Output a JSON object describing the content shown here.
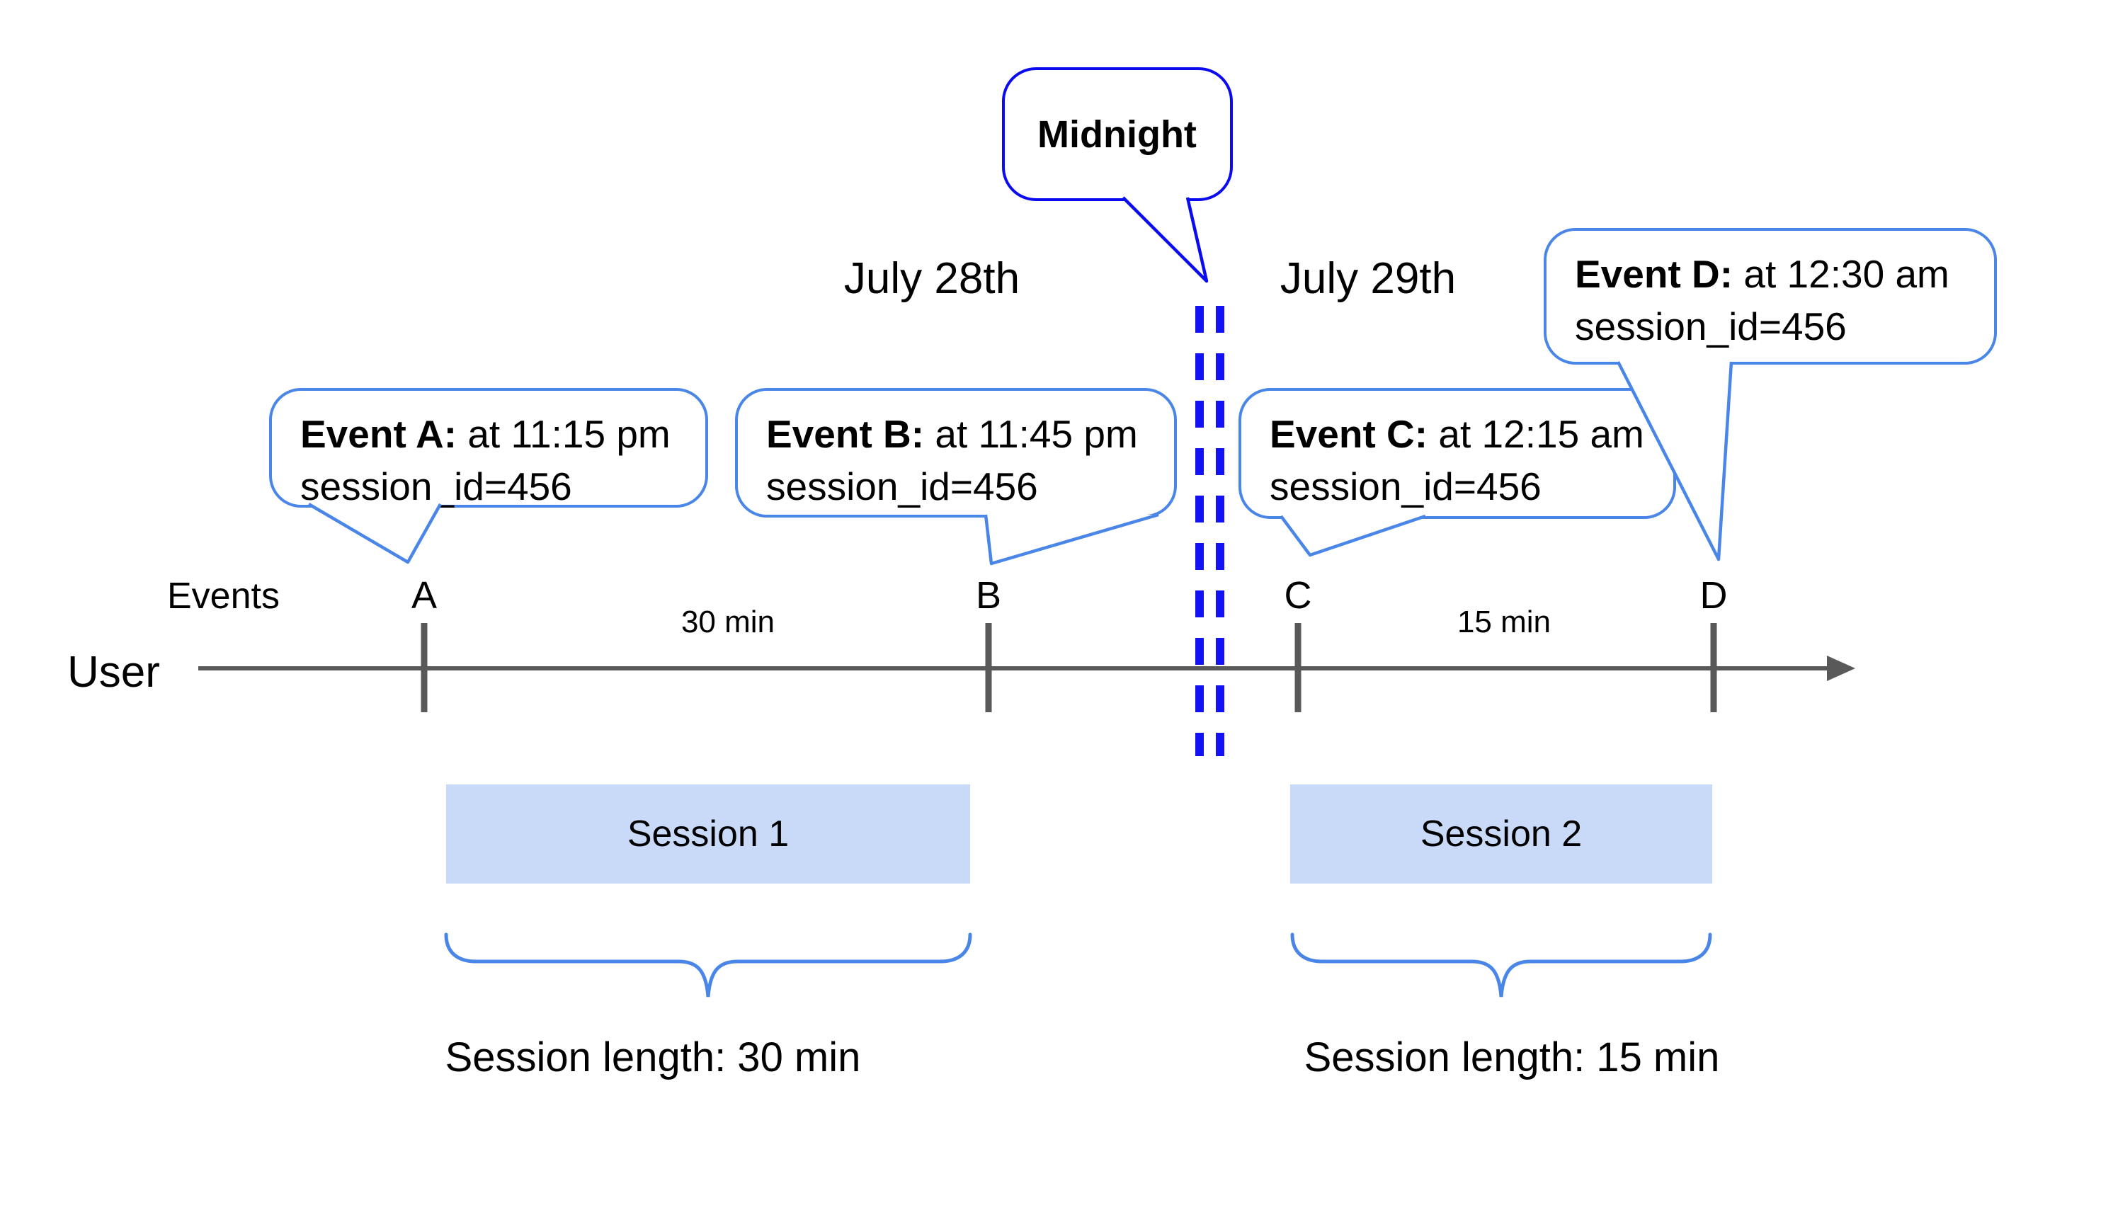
{
  "dates": {
    "before": "July 28th",
    "after": "July 29th"
  },
  "midnight": {
    "label": "Midnight"
  },
  "axis": {
    "events_label": "Events",
    "user_label": "User"
  },
  "event_callouts": [
    {
      "letter": "A",
      "name": "Event A:",
      "time": " at 11:15 pm",
      "session": "session_id=456"
    },
    {
      "letter": "B",
      "name": "Event B:",
      "time": " at 11:45 pm",
      "session": "session_id=456"
    },
    {
      "letter": "C",
      "name": "Event C:",
      "time": " at 12:15 am",
      "session": "session_id=456"
    },
    {
      "letter": "D",
      "name": "Event D:",
      "time": " at 12:30 am",
      "session": "session_id=456"
    }
  ],
  "gaps": [
    {
      "label": "30 min"
    },
    {
      "label": "15 min"
    }
  ],
  "sessions": [
    {
      "label": "Session 1",
      "length": "Session length: 30 min"
    },
    {
      "label": "Session 2",
      "length": "Session length: 15 min"
    }
  ],
  "colors": {
    "callout_border": "#4a86e8",
    "midnight_border": "#0b0bf0",
    "dashed_line": "#1212f5",
    "timeline": "#595959",
    "session_fill": "#c9daf8"
  }
}
